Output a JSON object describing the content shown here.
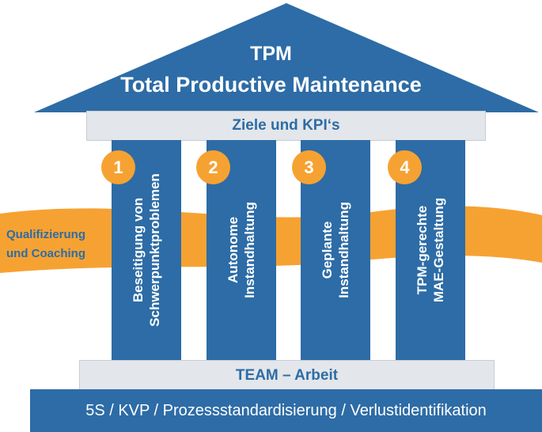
{
  "colors": {
    "primary_blue": "#2d6ca6",
    "accent_orange": "#f6a232",
    "beam_gray": "#e3e6ea"
  },
  "roof": {
    "line1": "TPM",
    "line2": "Total Productive Maintenance"
  },
  "top_beam": "Ziele und KPI‘s",
  "pillars": [
    {
      "number": "1",
      "line1": "Beseitigung von",
      "line2": "Schwerpunktproblemen"
    },
    {
      "number": "2",
      "line1": "Autonome",
      "line2": "Instandhaltung"
    },
    {
      "number": "3",
      "line1": "Geplante",
      "line2": "Instandhaltung"
    },
    {
      "number": "4",
      "line1": "TPM-gerechte",
      "line2": "MAE-Gestaltung"
    }
  ],
  "band": {
    "line1": "Qualifizierung",
    "line2": "und Coaching"
  },
  "bottom_beam": "TEAM – Arbeit",
  "foundation": "5S / KVP / Prozessstandardisierung / Verlustidentifikation"
}
